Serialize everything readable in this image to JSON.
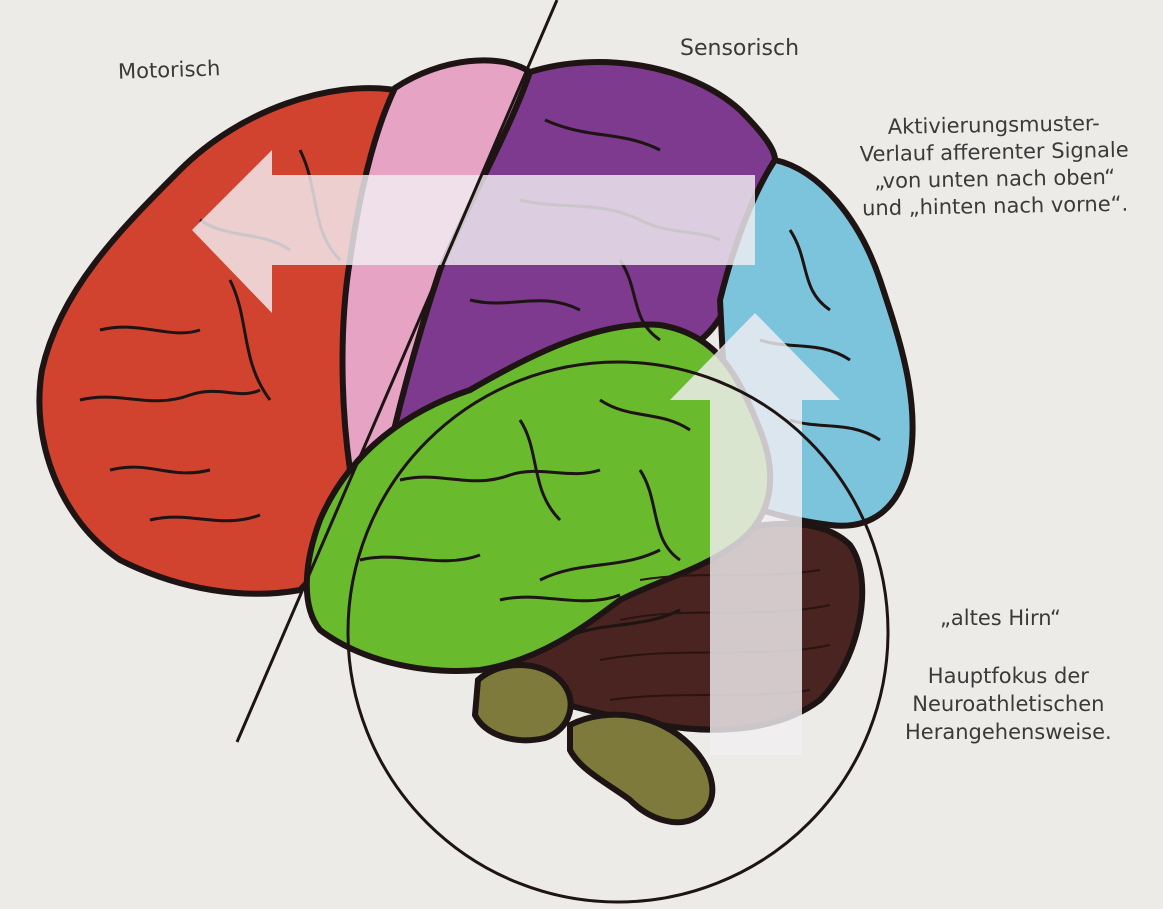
{
  "labels": {
    "motor": "Motorisch",
    "sensory": "Sensorisch",
    "afferent": [
      "Aktivierungsmuster-",
      "Verlauf afferenter Signale",
      "„von unten nach oben“",
      "und „hinten nach vorne“."
    ],
    "old_brain": "„altes Hirn“",
    "focus": [
      "Hauptfokus der",
      "Neuroathletischen",
      "Herangehensweise."
    ]
  },
  "colors": {
    "background": "#ecebe8",
    "frontal_lobe": "#d2432f",
    "motor_strip": "#e6a3c4",
    "parietal_lobe": "#7d3a8e",
    "occipital_lobe": "#7cc4dc",
    "temporal_lobe": "#6aba2e",
    "cerebellum": "#4a2420",
    "brainstem": "#7e7a3c",
    "arrows": "#f2eef2",
    "outline": "#1e1414"
  }
}
